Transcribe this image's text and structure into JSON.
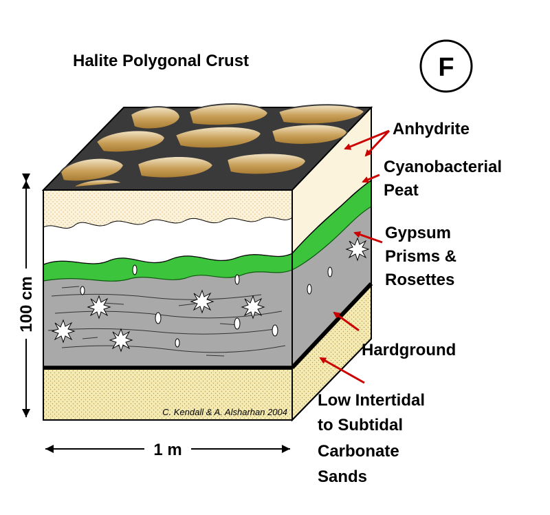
{
  "title": "Halite Polygonal Crust",
  "panel_letter": "F",
  "labels": {
    "anhydrite": "Anhydrite",
    "cyano_line1": "Cyanobacterial",
    "cyano_line2": "Peat",
    "gypsum_line1": "Gypsum",
    "gypsum_line2": "Prisms &",
    "gypsum_line3": "Rosettes",
    "hardground": "Hardground",
    "sands_line1": "Low Intertidal",
    "sands_line2": "to Subtidal",
    "sands_line3": "Carbonate",
    "sands_line4": "Sands"
  },
  "dimensions": {
    "height": "100 cm",
    "width": "1 m"
  },
  "credit": "C. Kendall & A. Alsharhan 2004",
  "colors": {
    "halite": "#c49a4e",
    "halite_light": "#ecdcb8",
    "anhydrite_bg": "#f6ecd4",
    "peat_green": "#3cc43c",
    "gypsum_grey": "#a9a9a9",
    "sand": "#f4eab4",
    "arrow_red": "#cc0000"
  }
}
